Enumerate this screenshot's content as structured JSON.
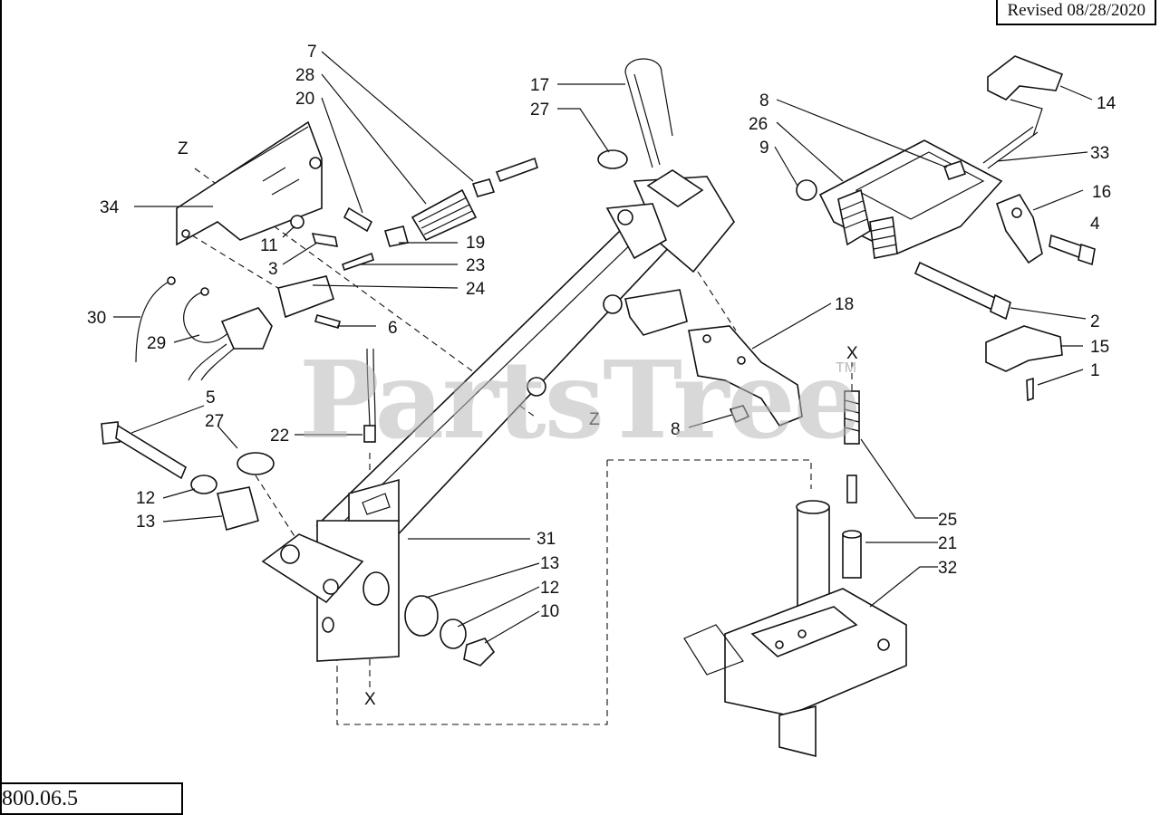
{
  "header": {
    "revised": "Revised 08/28/2020"
  },
  "footer": {
    "doc_number": "800.06.5"
  },
  "watermark": {
    "brand": "PartsTree",
    "trademark": "TM"
  },
  "axis_marks": {
    "x_top": "X",
    "x_bottom": "X",
    "z_top": "Z",
    "z_mid": "Z"
  },
  "callouts": [
    "7",
    "28",
    "20",
    "34",
    "11",
    "3",
    "19",
    "23",
    "24",
    "6",
    "30",
    "29",
    "17",
    "27",
    "8",
    "26",
    "9",
    "33",
    "14",
    "16",
    "4",
    "2",
    "15",
    "1",
    "18",
    "5",
    "27",
    "22",
    "12",
    "13",
    "31",
    "13",
    "12",
    "10",
    "8",
    "25",
    "21",
    "32"
  ]
}
